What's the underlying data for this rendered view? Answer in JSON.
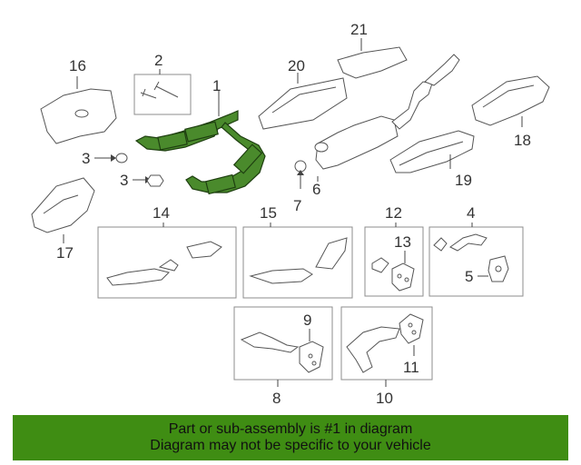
{
  "callouts": {
    "p1": "1",
    "p2": "2",
    "p3a": "3",
    "p3b": "3",
    "p4": "4",
    "p5": "5",
    "p6": "6",
    "p7": "7",
    "p8": "8",
    "p9": "9",
    "p10": "10",
    "p11": "11",
    "p12": "12",
    "p13": "13",
    "p14": "14",
    "p15": "15",
    "p16": "16",
    "p17": "17",
    "p18": "18",
    "p19": "19",
    "p20": "20",
    "p21": "21"
  },
  "footer": {
    "line1": "Part or sub-assembly is #1 in diagram",
    "line2": "Diagram may not be specific to your vehicle"
  },
  "colors": {
    "highlight_part": "#4a8a2c",
    "footer_bg": "#3f8d13"
  }
}
